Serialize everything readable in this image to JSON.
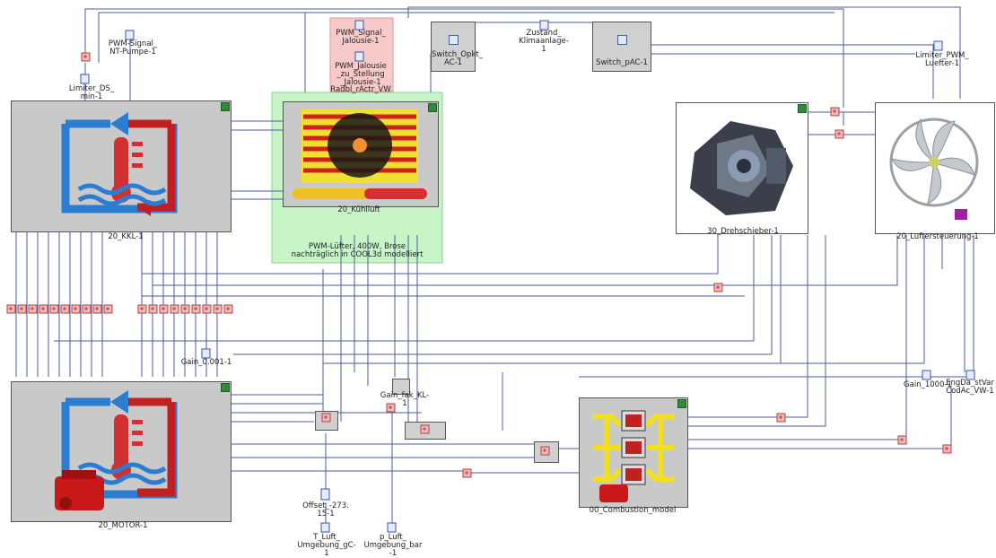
{
  "blocks": {
    "kkl": "20_KKL-1",
    "motor": "20_MOTOR-1",
    "kuehlluft": "20_Kühlluft",
    "drehschieber": "30_Drehschieber-1",
    "luftersteuerung": "20_Luftersteuerung-1",
    "combustion": "00_Combustion_model"
  },
  "note": {
    "kuehlluft": "PWM-Lüfter, 400W, Brose\nnachträglich in COOL3d modelliert"
  },
  "signals": {
    "pwm_nt_pumpe": "PWM-Signal_\nNT-Pumpe-1",
    "limiter_ds": "Limiter_DS_\nmin-1",
    "pwm_jalousie": "PWM_Signal_\nJalousie-1",
    "pwm_jalousie_stellung": "PWM_Jalousie\n_zu_Stellung\n_Jalousie-1",
    "radbl": "Radbl_rActr_VW",
    "switch_opkt": "Switch_Opkt_\nAC-1",
    "zustand": "Zustand_\nKlimaanlage-\n1",
    "switch_pac": "Switch_pAC-1",
    "limiter_pwm": "Limiter_PWM_\nLuefter-1",
    "gain_0001": "Gain_0.001-1",
    "gain_fak": "Gain_fak_KL-\n1",
    "gain_1000": "Gain_1000-1",
    "engda": "EngDa_stVar\nCodAc_VW-1",
    "offset": "Offset_-273.\n15-1",
    "t_luft": "T_Luft_\nUmgebung_gC-\n1",
    "p_luft": "p_Luft_\nUmgebung_bar\n-1"
  },
  "colors": {
    "block_fill": "#c9c9c9",
    "note_fill": "#c8f5c8",
    "jalousie_fill": "#f7c9c9",
    "wire": "#4a5e9a",
    "connector_fill": "#f0b9b9",
    "connector_border": "#b54040",
    "status_green": "#2e8b3a"
  }
}
